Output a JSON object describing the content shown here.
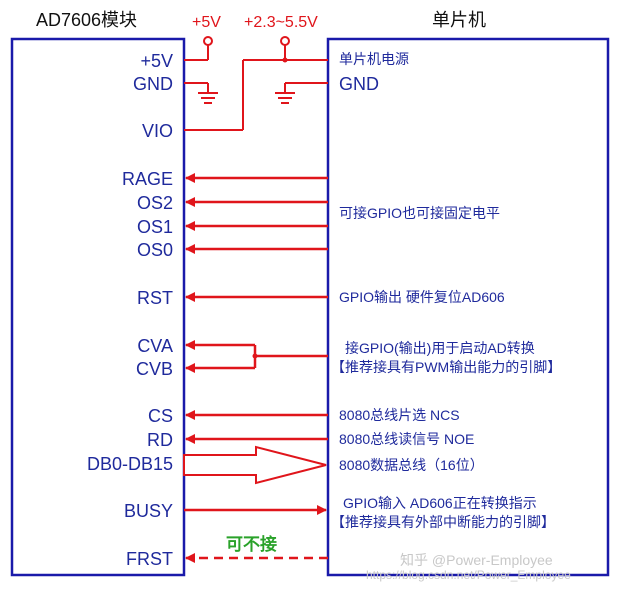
{
  "titles": {
    "left_module": "AD7606模块",
    "right_module": "单片机"
  },
  "supplies": {
    "v5": "+5V",
    "v_range": "+2.3~5.5V"
  },
  "left_pins": {
    "p5v": "+5V",
    "gnd": "GND",
    "vio": "VIO",
    "rage": "RAGE",
    "os2": "OS2",
    "os1": "OS1",
    "os0": "OS0",
    "rst": "RST",
    "cva": "CVA",
    "cvb": "CVB",
    "cs": "CS",
    "rd": "RD",
    "db": "DB0-DB15",
    "busy": "BUSY",
    "frst": "FRST"
  },
  "right_pins": {
    "power": "单片机电源",
    "gnd": "GND"
  },
  "descriptions": {
    "os": "可接GPIO也可接固定电平",
    "rst": "GPIO输出  硬件复位AD606",
    "cv_line1": "接GPIO(输出)用于启动AD转换",
    "cv_line2": "【推荐接具有PWM输出能力的引脚】",
    "cs": "8080总线片选 NCS",
    "rd": "8080总线读信号 NOE",
    "db": "8080数据总线（16位）",
    "busy_line1": "GPIO输入  AD606正在转换指示",
    "busy_line2": "【推荐接具有外部中断能力的引脚】",
    "frst_note": "可不接"
  },
  "watermark": "知乎 @Power-Employee",
  "watermark_url": "https://blog.csdn.net/Power_Employee",
  "colors": {
    "box": "#1a1aaa",
    "arrow": "#e0151b",
    "text_blue": "#1f2a9c",
    "note_green": "#2aa22a"
  }
}
